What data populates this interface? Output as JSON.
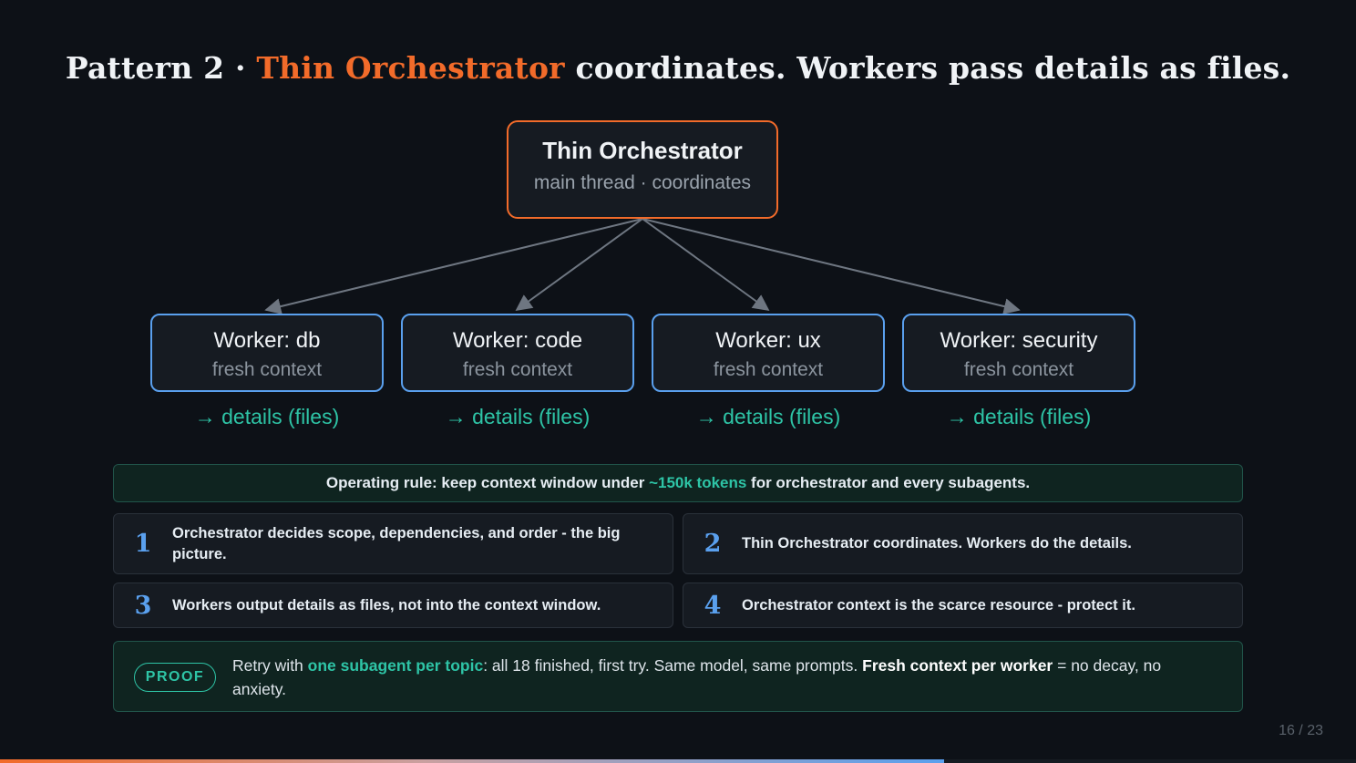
{
  "title": {
    "prefix": "Pattern 2 · ",
    "accent": "Thin Orchestrator",
    "suffix": " coordinates. Workers pass details as files."
  },
  "orchestrator": {
    "name": "Thin Orchestrator",
    "subtitle": "main thread · coordinates"
  },
  "workers": [
    {
      "name": "Worker: db",
      "subtitle": "fresh context",
      "output": "→ details (files)"
    },
    {
      "name": "Worker: code",
      "subtitle": "fresh context",
      "output": "→ details (files)"
    },
    {
      "name": "Worker: ux",
      "subtitle": "fresh context",
      "output": "→ details (files)"
    },
    {
      "name": "Worker: security",
      "subtitle": "fresh context",
      "output": "→ details (files)"
    }
  ],
  "rule": {
    "prefix": "Operating rule: keep context window under ",
    "highlight": "~150k tokens",
    "suffix": " for orchestrator and every subagents."
  },
  "points": [
    {
      "num": "1",
      "text": "Orchestrator decides scope, dependencies, and order - the big picture."
    },
    {
      "num": "2",
      "text": "Thin Orchestrator coordinates. Workers do the details."
    },
    {
      "num": "3",
      "text": "Workers output details as files, not into the context window."
    },
    {
      "num": "4",
      "text": "Orchestrator context is the scarce resource - protect it."
    }
  ],
  "proof": {
    "badge": "PROOF",
    "part1": "Retry with ",
    "highlight": "one subagent per topic",
    "part2": ": all 18 finished, first try. Same model, same prompts. ",
    "strong": "Fresh context per worker",
    "part3": " = no decay, no anxiety."
  },
  "pager": {
    "label": "16 / 23",
    "progress": 0.696
  },
  "colors": {
    "accent": "#f26b2a",
    "worker_border": "#5aa0ee",
    "teal": "#2ec4a6",
    "background": "#0d1117"
  }
}
